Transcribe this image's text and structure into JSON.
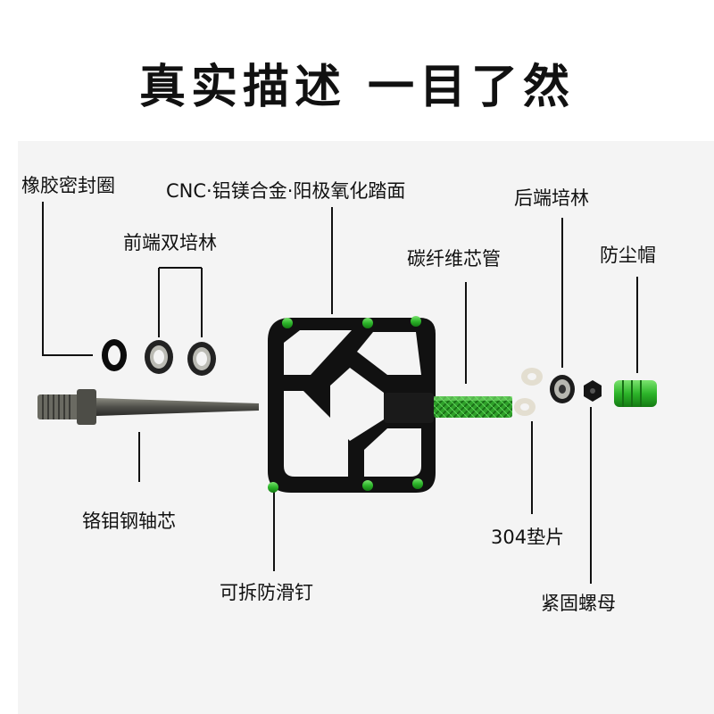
{
  "headline": "真实描述 一目了然",
  "labels": {
    "rubber_seal": "橡胶密封圈",
    "pedal_body": "CNC·铝镁合金·阳极氧化踏面",
    "front_bearings": "前端双培林",
    "rear_bearing": "后端培林",
    "carbon_tube": "碳纤维芯管",
    "dust_cap": "防尘帽",
    "spindle": "铬钼钢轴芯",
    "washer": "304垫片",
    "pins": "可拆防滑钉",
    "lock_nut": "紧固螺母"
  },
  "colors": {
    "pedal_body": "#111111",
    "accent_green": "#2db52a",
    "spindle": "#5a5a55"
  }
}
